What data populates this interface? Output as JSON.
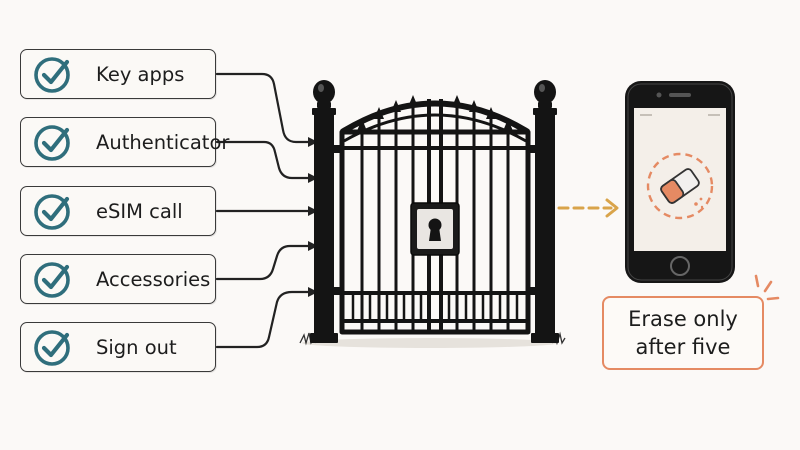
{
  "checklist": {
    "items": [
      {
        "label": "Key apps",
        "icon": "check-circle-icon"
      },
      {
        "label": "Authenticator",
        "icon": "check-circle-icon"
      },
      {
        "label": "eSIM call",
        "icon": "check-circle-icon"
      },
      {
        "label": "Accessories",
        "icon": "check-circle-icon"
      },
      {
        "label": "Sign out",
        "icon": "check-circle-icon"
      }
    ]
  },
  "gate": {
    "icon": "locked-gate-icon",
    "lock_icon": "keyhole-lock-icon"
  },
  "phone": {
    "icon": "smartphone-icon",
    "screen_icon": "eraser-icon"
  },
  "callout": {
    "line1": "Erase only",
    "line2": "after five"
  },
  "colors": {
    "check": "#2f6e7c",
    "accent": "#e58a63",
    "arrow": "#d9a44a",
    "ink": "#1d1d1d",
    "background": "#fbf9f7"
  }
}
